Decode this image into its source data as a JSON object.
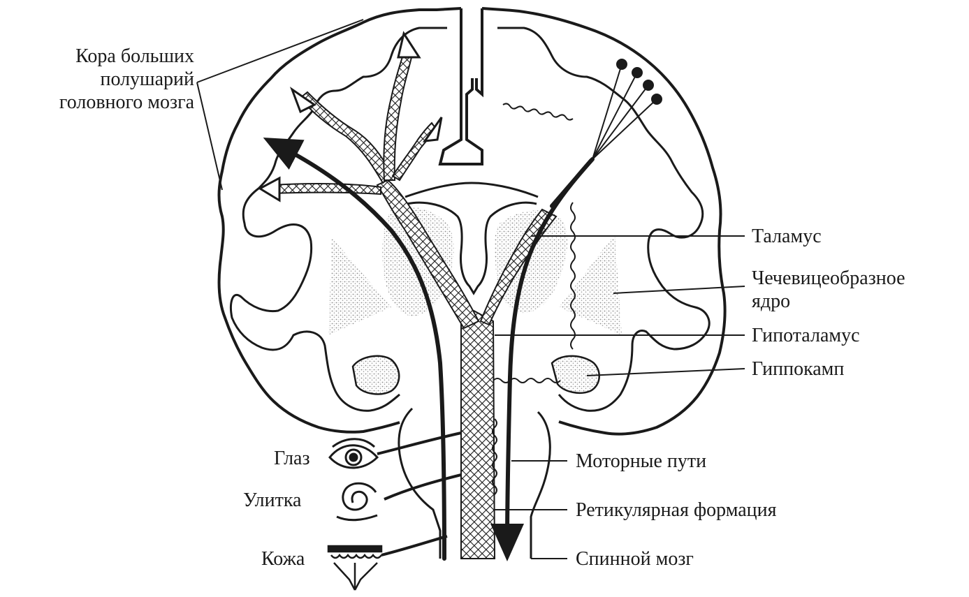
{
  "labels": {
    "cortex": [
      "Кора больших",
      "полушарий",
      "головного мозга"
    ],
    "thalamus": "Таламус",
    "lentiform": [
      "Чечевицеобразное",
      "ядро"
    ],
    "hypothalamus": "Гипоталамус",
    "hippocampus": "Гиппокамп",
    "motor_paths": "Моторные пути",
    "reticular": "Ретикулярная формация",
    "spinal_cord": "Спинной мозг",
    "eye": "Глаз",
    "cochlea": "Улитка",
    "skin": "Кожа"
  },
  "colors": {
    "ink": "#1a1a1a",
    "stipple": "#9a9a9a",
    "background": "#ffffff"
  },
  "icons": [
    "eye-icon",
    "cochlea-icon",
    "skin-receptor-icon"
  ]
}
